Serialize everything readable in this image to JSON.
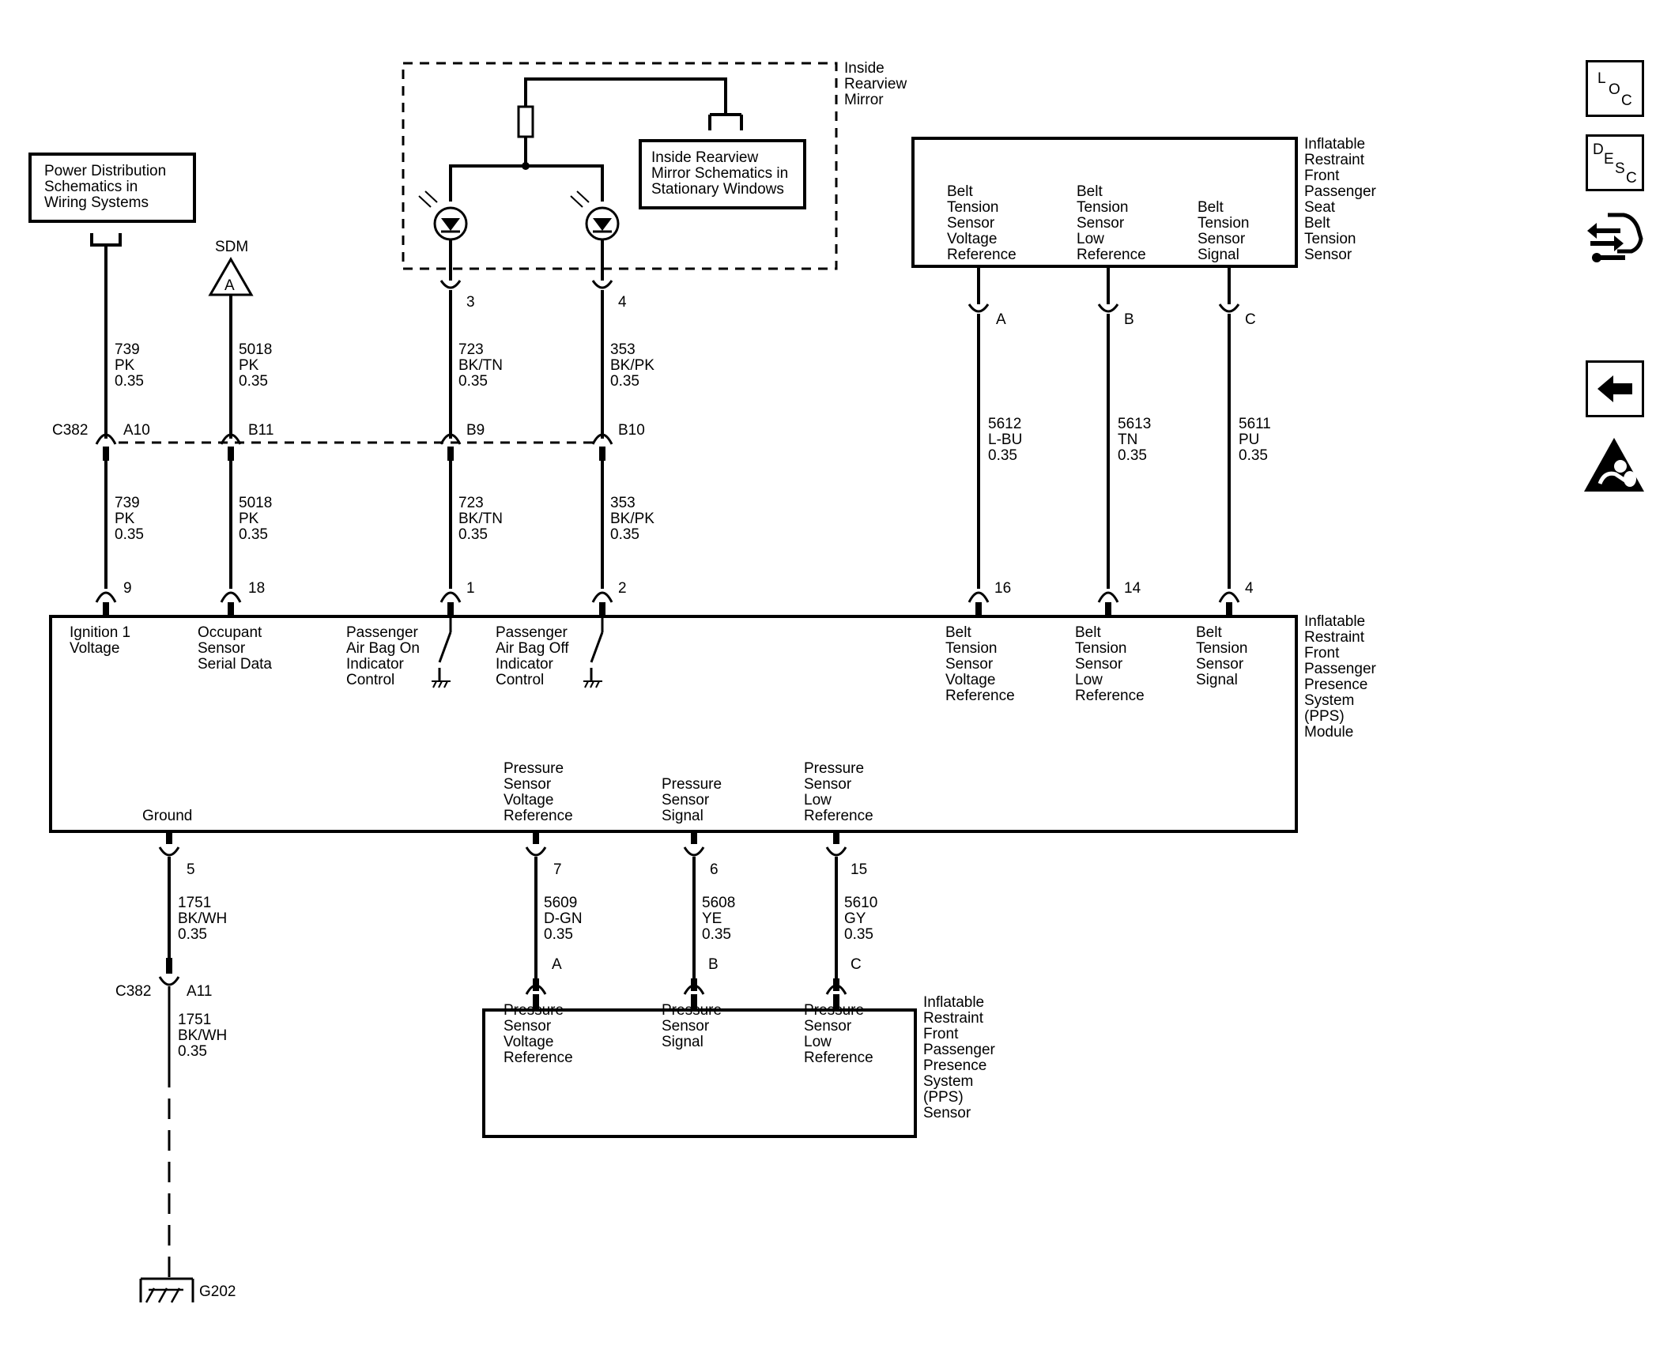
{
  "refs": {
    "power_dist": [
      "Power Distribution",
      "Schematics in",
      "Wiring Systems"
    ],
    "mirror_schem": [
      "Inside Rearview",
      "Mirror Schematics in",
      "Stationary Windows"
    ],
    "sdm_label": "SDM",
    "sdm_symbol": "A"
  },
  "mirror": {
    "label": [
      "Inside",
      "Rearview",
      "Mirror"
    ],
    "pin_a": "3",
    "pin_b": "4"
  },
  "belt_sensor": {
    "label": [
      "Inflatable",
      "Restraint",
      "Front",
      "Passenger",
      "Seat",
      "Belt",
      "Tension",
      "Sensor"
    ],
    "sig_ref": [
      "Belt",
      "Tension",
      "Sensor",
      "Voltage",
      "Reference"
    ],
    "sig_low": [
      "Belt",
      "Tension",
      "Sensor",
      "Low",
      "Reference"
    ],
    "sig_sig": [
      "Belt",
      "Tension",
      "Sensor",
      "Signal"
    ],
    "pin_a": "A",
    "pin_b": "B",
    "pin_c": "C"
  },
  "connector": {
    "name": "C382",
    "pins": [
      "A10",
      "B11",
      "B9",
      "B10"
    ]
  },
  "wires_upper": [
    {
      "circuit": "739",
      "color": "PK",
      "gauge": "0.35"
    },
    {
      "circuit": "5018",
      "color": "PK",
      "gauge": "0.35"
    },
    {
      "circuit": "723",
      "color": "BK/TN",
      "gauge": "0.35"
    },
    {
      "circuit": "353",
      "color": "BK/PK",
      "gauge": "0.35"
    }
  ],
  "wires_lower": [
    {
      "circuit": "739",
      "color": "PK",
      "gauge": "0.35"
    },
    {
      "circuit": "5018",
      "color": "PK",
      "gauge": "0.35"
    },
    {
      "circuit": "723",
      "color": "BK/TN",
      "gauge": "0.35"
    },
    {
      "circuit": "353",
      "color": "BK/PK",
      "gauge": "0.35"
    }
  ],
  "wires_belt": [
    {
      "circuit": "5612",
      "color": "L-BU",
      "gauge": "0.35"
    },
    {
      "circuit": "5613",
      "color": "TN",
      "gauge": "0.35"
    },
    {
      "circuit": "5611",
      "color": "PU",
      "gauge": "0.35"
    }
  ],
  "module": {
    "label": [
      "Inflatable",
      "Restraint",
      "Front",
      "Passenger",
      "Presence",
      "System",
      "(PPS)",
      "Module"
    ],
    "pins_top": [
      "9",
      "18",
      "1",
      "2",
      "16",
      "14",
      "4"
    ],
    "sig_ign": [
      "Ignition 1",
      "Voltage"
    ],
    "sig_occ": [
      "Occupant",
      "Sensor",
      "Serial Data"
    ],
    "sig_on": [
      "Passenger",
      "Air Bag On",
      "Indicator",
      "Control"
    ],
    "sig_off": [
      "Passenger",
      "Air Bag Off",
      "Indicator",
      "Control"
    ],
    "sig_b1": [
      "Belt",
      "Tension",
      "Sensor",
      "Voltage",
      "Reference"
    ],
    "sig_b2": [
      "Belt",
      "Tension",
      "Sensor",
      "Low",
      "Reference"
    ],
    "sig_b3": [
      "Belt",
      "Tension",
      "Sensor",
      "Signal"
    ],
    "ground": "Ground",
    "sig_p1": [
      "Pressure",
      "Sensor",
      "Voltage",
      "Reference"
    ],
    "sig_p2": [
      "Pressure",
      "Sensor",
      "Signal"
    ],
    "sig_p3": [
      "Pressure",
      "Sensor",
      "Low",
      "Reference"
    ],
    "pins_bottom": [
      "5",
      "7",
      "6",
      "15"
    ]
  },
  "wires_bottom": [
    {
      "circuit": "1751",
      "color": "BK/WH",
      "gauge": "0.35"
    },
    {
      "circuit": "5609",
      "color": "D-GN",
      "gauge": "0.35"
    },
    {
      "circuit": "5608",
      "color": "YE",
      "gauge": "0.35"
    },
    {
      "circuit": "5610",
      "color": "GY",
      "gauge": "0.35"
    }
  ],
  "ground_path": {
    "connector": "C382",
    "pin": "A11",
    "wire": {
      "circuit": "1751",
      "color": "BK/WH",
      "gauge": "0.35"
    },
    "ground": "G202"
  },
  "pps_sensor": {
    "label": [
      "Inflatable",
      "Restraint",
      "Front",
      "Passenger",
      "Presence",
      "System",
      "(PPS)",
      "Sensor"
    ],
    "pins": [
      "A",
      "B",
      "C"
    ],
    "sig_p1": [
      "Pressure",
      "Sensor",
      "Voltage",
      "Reference"
    ],
    "sig_p2": [
      "Pressure",
      "Sensor",
      "Signal"
    ],
    "sig_p3": [
      "Pressure",
      "Sensor",
      "Low",
      "Reference"
    ]
  },
  "nav": {
    "loc": [
      "L",
      "O",
      "C"
    ],
    "desc": [
      "D",
      "E",
      "S",
      "C"
    ],
    "icons": [
      "connector-icon",
      "back-arrow-icon",
      "airbag-warning-icon"
    ]
  }
}
